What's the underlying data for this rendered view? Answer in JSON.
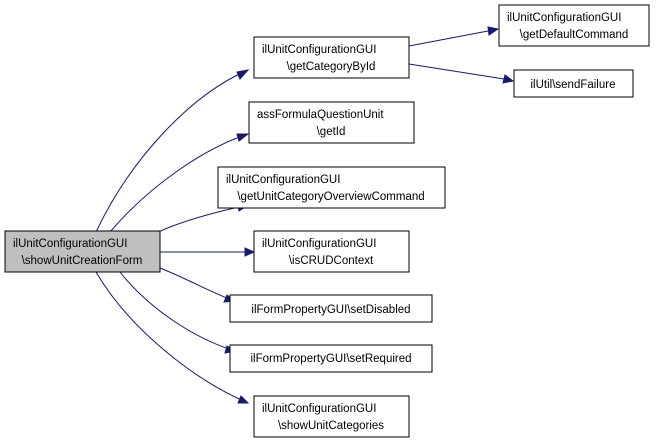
{
  "graph": {
    "root": {
      "line1": "ilUnitConfigurationGUI",
      "line2": "\\showUnitCreationForm"
    },
    "nodes": [
      {
        "id": "getCategoryById",
        "line1": "ilUnitConfigurationGUI",
        "line2": "\\getCategoryById"
      },
      {
        "id": "getId",
        "line1": "assFormulaQuestionUnit",
        "line2": "\\getId"
      },
      {
        "id": "getUnitCategoryOverviewCommand",
        "line1": "ilUnitConfigurationGUI",
        "line2": "\\getUnitCategoryOverviewCommand"
      },
      {
        "id": "isCRUDContext",
        "line1": "ilUnitConfigurationGUI",
        "line2": "\\isCRUDContext"
      },
      {
        "id": "setDisabled",
        "line1": "ilFormPropertyGUI\\setDisabled",
        "line2": ""
      },
      {
        "id": "setRequired",
        "line1": "ilFormPropertyGUI\\setRequired",
        "line2": ""
      },
      {
        "id": "showUnitCategories",
        "line1": "ilUnitConfigurationGUI",
        "line2": "\\showUnitCategories"
      },
      {
        "id": "getDefaultCommand",
        "line1": "ilUnitConfigurationGUI",
        "line2": "\\getDefaultCommand"
      },
      {
        "id": "sendFailure",
        "line1": "ilUtil\\sendFailure",
        "line2": ""
      }
    ],
    "edges": [
      {
        "from": "root",
        "to": "getCategoryById"
      },
      {
        "from": "root",
        "to": "getId"
      },
      {
        "from": "root",
        "to": "getUnitCategoryOverviewCommand"
      },
      {
        "from": "root",
        "to": "isCRUDContext"
      },
      {
        "from": "root",
        "to": "setDisabled"
      },
      {
        "from": "root",
        "to": "setRequired"
      },
      {
        "from": "root",
        "to": "showUnitCategories"
      },
      {
        "from": "getCategoryById",
        "to": "getDefaultCommand"
      },
      {
        "from": "getCategoryById",
        "to": "sendFailure"
      }
    ],
    "colors": {
      "edge": "#191970",
      "root_fill": "#bfbfbf",
      "node_fill": "#ffffff",
      "border": "#000000"
    }
  }
}
